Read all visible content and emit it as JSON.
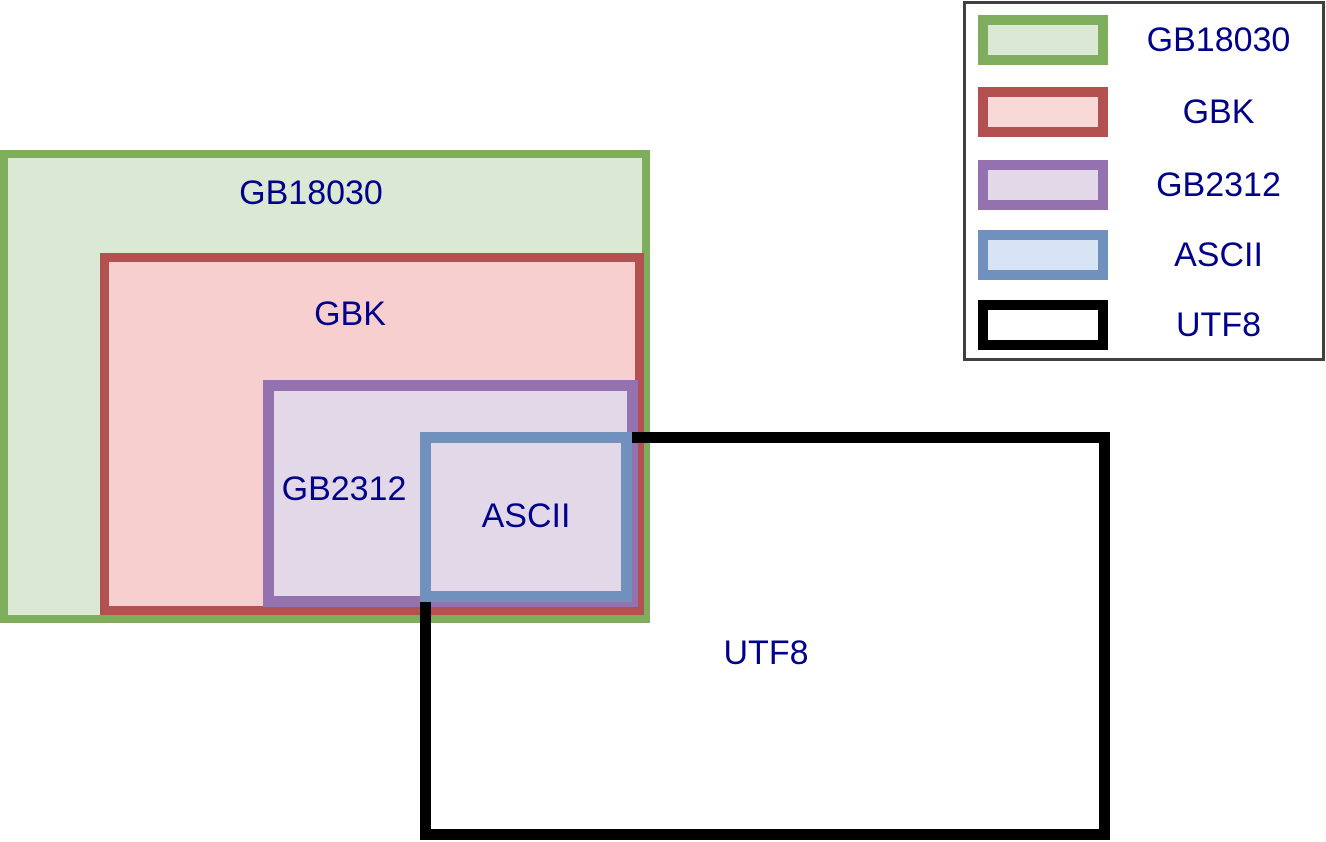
{
  "diagram": {
    "label_color": "#00008B",
    "sets": [
      {
        "label": "GB18030",
        "border_color": "#7FAD5E",
        "fill_color": "#DBE9D4"
      },
      {
        "label": "GBK",
        "border_color": "#B25150",
        "fill_color": "#F7CFCE"
      },
      {
        "label": "GB2312",
        "border_color": "#9372AF",
        "fill_color": "#E2D8E8"
      },
      {
        "label": "UTF8",
        "border_color": "#000000",
        "fill_color": "transparent"
      },
      {
        "label": "ASCII",
        "border_color": "#7090BE",
        "fill_color": "transparent"
      }
    ]
  },
  "legend": {
    "border_color": "#404040",
    "label_color": "#00008B",
    "items": [
      {
        "label": "GB18030",
        "border_color": "#7FAD5E",
        "fill_color": "#DBE9D4"
      },
      {
        "label": "GBK",
        "border_color": "#B25150",
        "fill_color": "#F9D9D8"
      },
      {
        "label": "GB2312",
        "border_color": "#9372AF",
        "fill_color": "#E2D8E8"
      },
      {
        "label": "ASCII",
        "border_color": "#7090BE",
        "fill_color": "#D6E4F6"
      },
      {
        "label": "UTF8",
        "border_color": "#000000",
        "fill_color": "#FFFFFF"
      }
    ]
  }
}
